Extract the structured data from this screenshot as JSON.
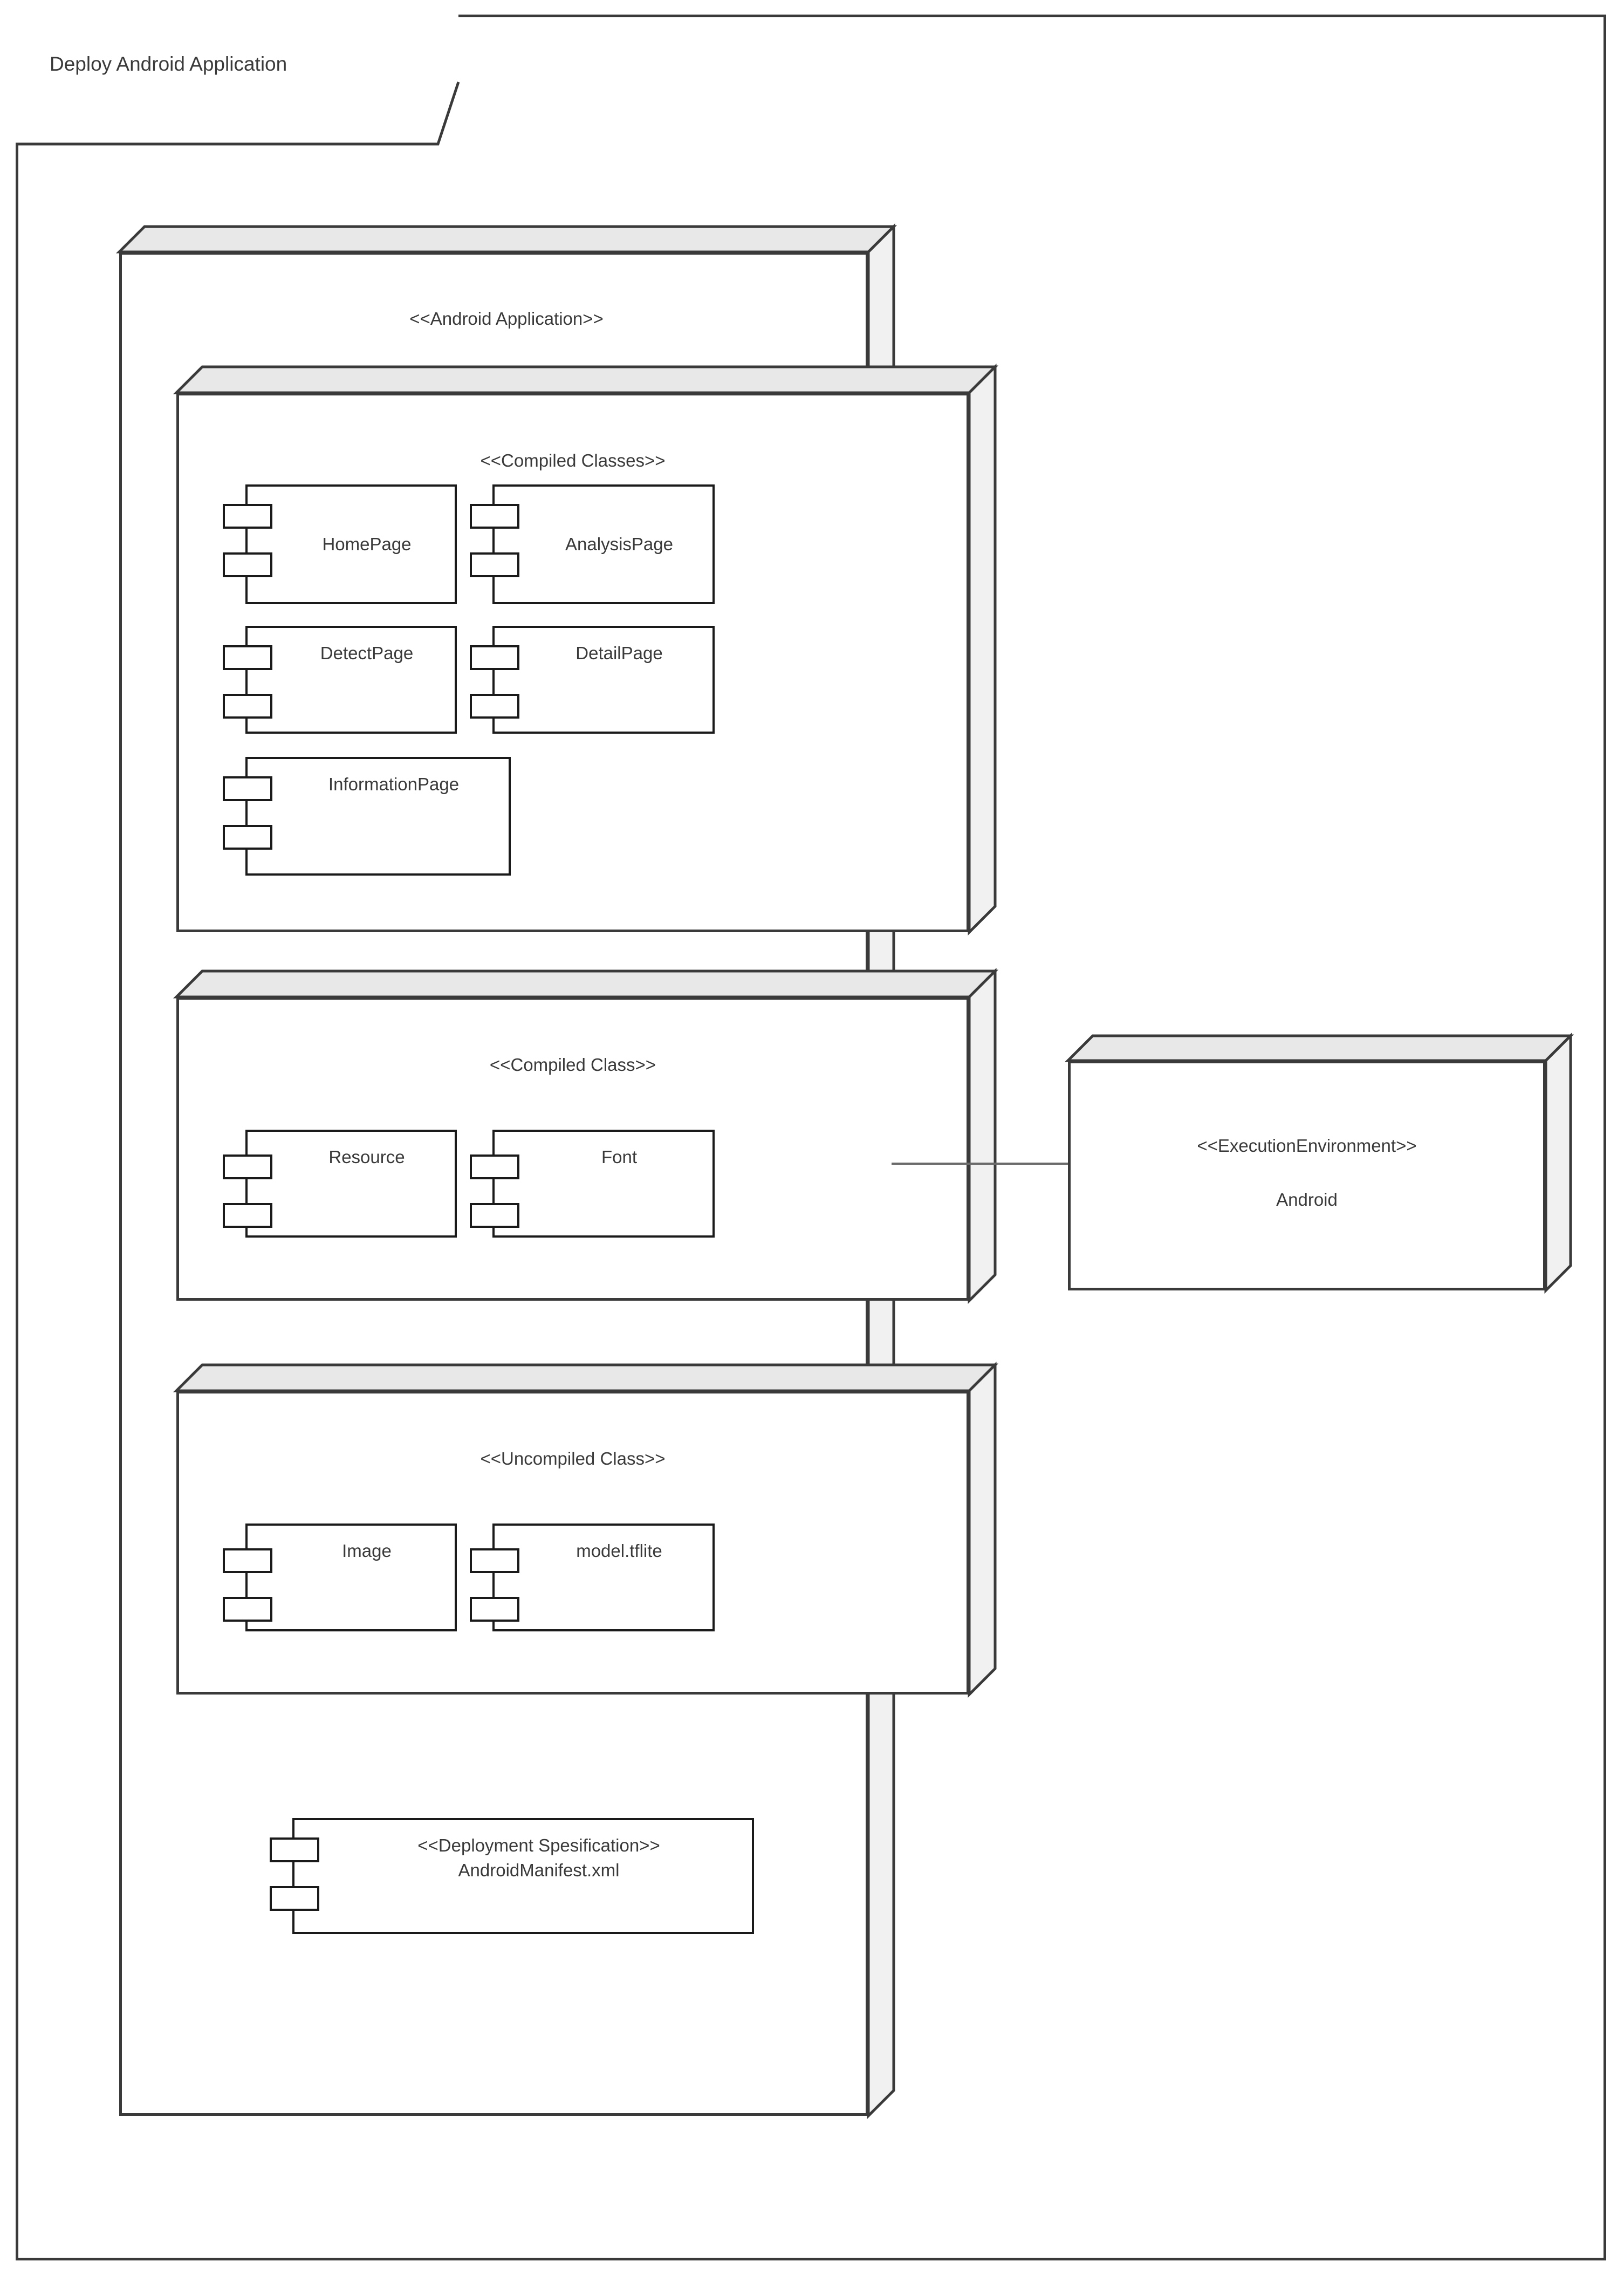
{
  "diagram": {
    "type": "uml-deployment-diagram",
    "frame_title": "Deploy Android Application"
  },
  "colors": {
    "stroke_dark": "#3a3a3a",
    "stroke_black": "#1a1a1a",
    "node_top_fill": "#e8e8e8",
    "node_side_fill": "#f1f1f1",
    "text": "#3a3a3a",
    "connector": "#6a6a6a",
    "background": "#ffffff"
  },
  "nodes": {
    "android_application": {
      "stereotype": "<<Android Application>>",
      "children": {
        "compiled_classes": {
          "stereotype": "<<Compiled Classes>>",
          "components": [
            {
              "name": "HomePage"
            },
            {
              "name": "AnalysisPage"
            },
            {
              "name": "DetectPage"
            },
            {
              "name": "DetailPage"
            },
            {
              "name": "InformationPage"
            }
          ]
        },
        "compiled_class": {
          "stereotype": "<<Compiled Class>>",
          "components": [
            {
              "name": "Resource"
            },
            {
              "name": "Font"
            }
          ]
        },
        "uncompiled_class": {
          "stereotype": "<<Uncompiled Class>>",
          "components": [
            {
              "name": "Image"
            },
            {
              "name": "model.tflite"
            }
          ]
        }
      },
      "artifacts": [
        {
          "stereotype": "<<Deployment Spesification>>",
          "name": "AndroidManifest.xml"
        }
      ]
    },
    "execution_environment": {
      "stereotype": "<<ExecutionEnvironment>>",
      "name": "Android"
    }
  },
  "connections": [
    {
      "from": "android_application",
      "to": "execution_environment",
      "style": "solid-line",
      "label": ""
    }
  ]
}
